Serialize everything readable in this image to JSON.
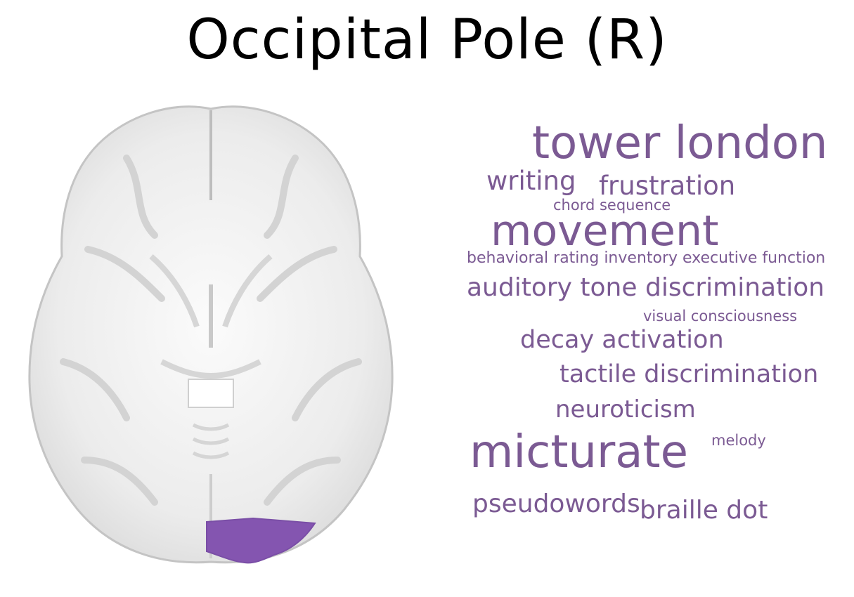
{
  "title": "Occipital Pole (R)",
  "colors": {
    "word": "#7b5a93",
    "highlight": "#8455b0",
    "brain_fill": "#ededed",
    "brain_edge": "#bdbdbd"
  },
  "word_cloud": [
    {
      "text": "tower london"
    },
    {
      "text": "writing"
    },
    {
      "text": "frustration"
    },
    {
      "text": "chord sequence"
    },
    {
      "text": "movement"
    },
    {
      "text": "behavioral rating inventory executive function"
    },
    {
      "text": "auditory tone discrimination"
    },
    {
      "text": "visual consciousness"
    },
    {
      "text": "decay activation"
    },
    {
      "text": "tactile discrimination"
    },
    {
      "text": "neuroticism"
    },
    {
      "text": "micturate"
    },
    {
      "text": "melody"
    },
    {
      "text": "pseudowords"
    },
    {
      "text": "braille dot"
    }
  ]
}
